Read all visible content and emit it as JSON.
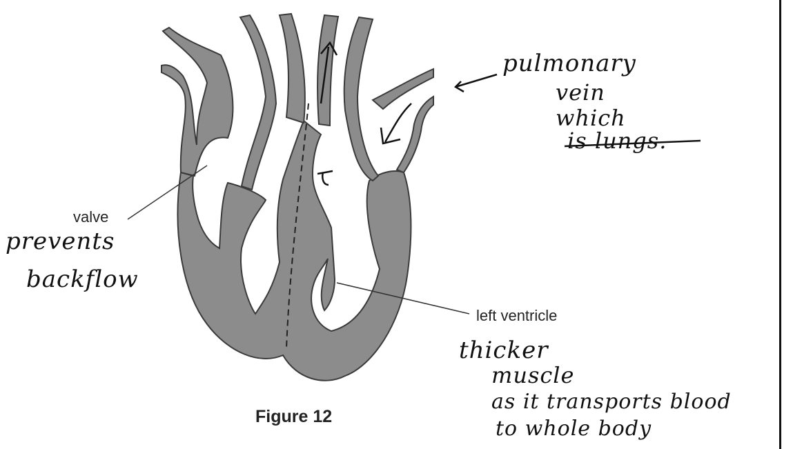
{
  "figure": {
    "caption": "Figure 12",
    "labels": {
      "valve": "valve",
      "left_ventricle": "left ventricle"
    }
  },
  "handwriting": {
    "valve_note": [
      "prevents",
      "backflow"
    ],
    "vein_note": [
      "pulmonary",
      "vein",
      "which"
    ],
    "vein_note_struck": "is lungs.",
    "ventricle_note": [
      "thicker",
      "muscle",
      "as it transports blood",
      "to whole body"
    ]
  },
  "colors": {
    "muscle": "#8c8c8c",
    "outline": "#3a3a3a",
    "ink": "#111111"
  }
}
